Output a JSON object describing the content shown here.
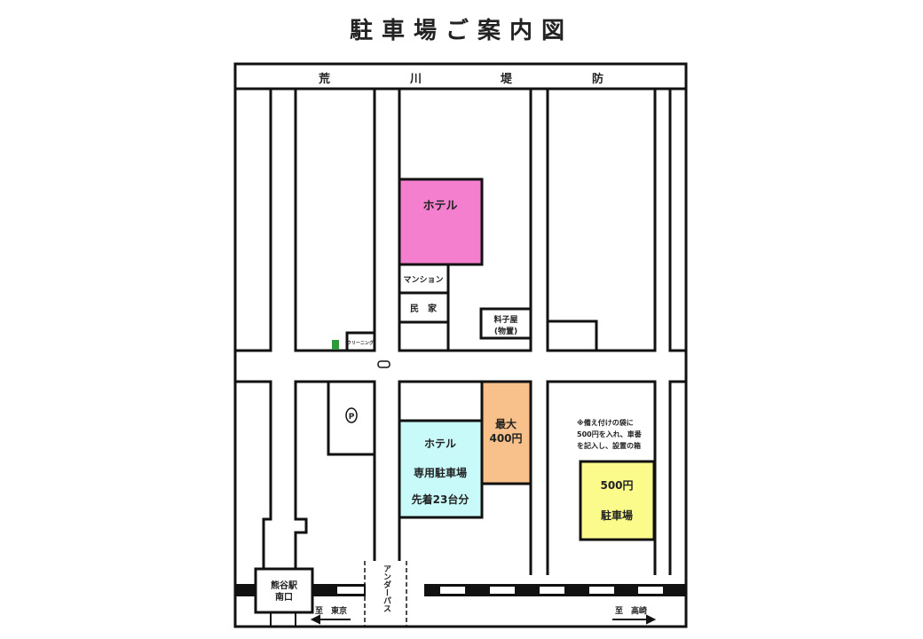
{
  "title": "駐車場ご案内図",
  "embankment": [
    "荒",
    "川",
    "堤",
    "防"
  ],
  "places": {
    "hotel": "ホテル",
    "mansion": "マンション",
    "house": "民　家",
    "ryotei_1": "料子屋",
    "ryotei_2": "(物置)",
    "cleaning": "クリーニング",
    "parking_icon": "P",
    "hotel_parking": [
      "ホテル",
      "専用駐車場",
      "先着23台分"
    ],
    "max_parking": [
      "最大",
      "400円"
    ],
    "note": [
      "※備え付けの袋に",
      "500円を入れ、車番",
      "を記入し、設置の箱"
    ],
    "lot500": [
      "500円",
      "駐車場"
    ],
    "station": [
      "熊谷駅",
      "南口"
    ],
    "underpass": "アンダーパス",
    "to_tokyo": "至　東京",
    "to_takasaki": "至　高崎"
  },
  "colors": {
    "hotel": "#f47fce",
    "hotel_parking": "#c8fafa",
    "max_parking": "#f8c08a",
    "lot500": "#fbfb8c",
    "convenience": "#2e9a3a"
  }
}
